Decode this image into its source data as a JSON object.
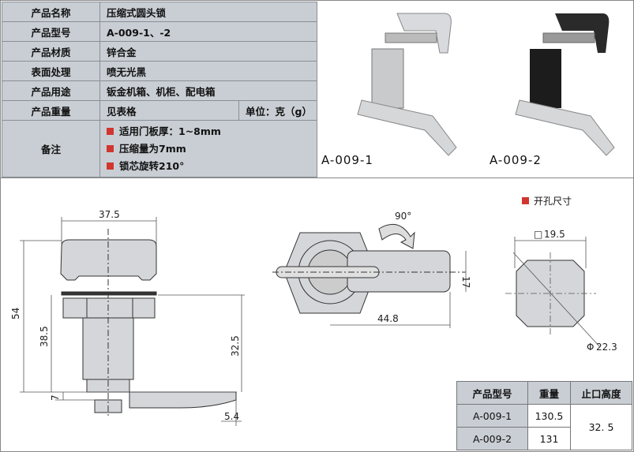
{
  "spec": {
    "rows": [
      {
        "label": "产品名称",
        "value": "压缩式圆头锁"
      },
      {
        "label": "产品型号",
        "value": "A-009-1、-2"
      },
      {
        "label": "产品材质",
        "value": "锌合金"
      },
      {
        "label": "表面处理",
        "value": "喷无光黑"
      },
      {
        "label": "产品用途",
        "value": "钣金机箱、机柜、配电箱"
      },
      {
        "label": "产品重量",
        "value": "见表格",
        "unit": "单位：克（g）"
      }
    ],
    "notes_label": "备注",
    "notes": [
      "适用门板厚：1~8mm",
      "压缩量为7mm",
      "锁芯旋转210°"
    ]
  },
  "photos": [
    {
      "caption": "A-009-1"
    },
    {
      "caption": "A-009-2"
    }
  ],
  "drawing": {
    "side": {
      "width": "37.5",
      "height": "54",
      "body": "38.5",
      "stop": "32.5",
      "plate": "7",
      "tongue": "5.4"
    },
    "front": {
      "rotation": "90°",
      "length": "44.8",
      "tongue_width": "17"
    },
    "cutout": {
      "title": "开孔尺寸",
      "square": "19.5",
      "diameter": "22.3",
      "square_symbol": "□",
      "diameter_symbol": "Φ"
    }
  },
  "weight_table": {
    "headers": [
      "产品型号",
      "重量",
      "止口高度"
    ],
    "rows": [
      {
        "model": "A-009-1",
        "weight": "130.5"
      },
      {
        "model": "A-009-2",
        "weight": "131"
      }
    ],
    "stop_height": "32. 5"
  },
  "colors": {
    "accent": "#d0362e",
    "table_bg": "#c9ced4"
  }
}
